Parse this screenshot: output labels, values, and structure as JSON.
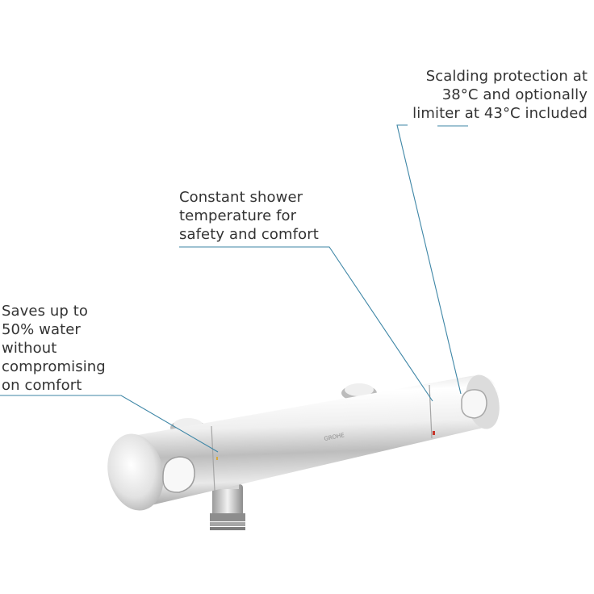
{
  "callouts": {
    "scalding": "Scalding protection at\n38°C and optionally\nlimiter at 43°C included",
    "temperature": "Constant shower\ntemperature for\nsafety and comfort",
    "water": "Saves up to\n50% water\nwithout\ncompromising\non comfort"
  },
  "brand": {
    "logo_text": "GROHE"
  },
  "colors": {
    "leader_line": "#3e86a6",
    "chrome_light": "#f4f4f4",
    "chrome_mid": "#c9c9c9",
    "chrome_dark": "#8a8a8a",
    "hot_marker": "#c8362b",
    "text": "#333333"
  }
}
